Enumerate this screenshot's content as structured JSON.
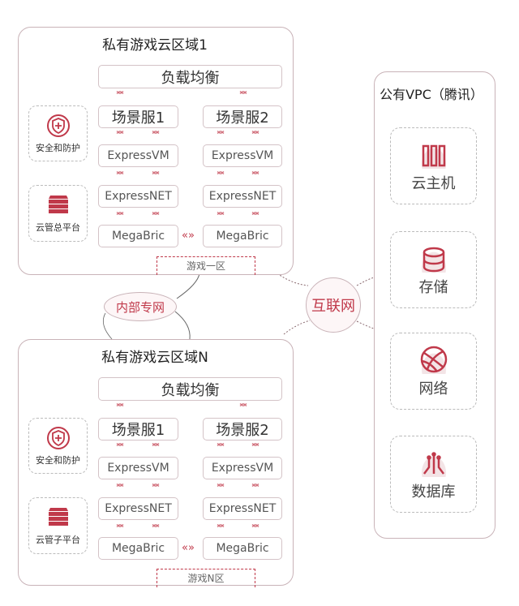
{
  "regions": [
    {
      "title": "私有游戏云区域1",
      "lb": "负载均衡",
      "scene1": "场景服1",
      "scene2": "场景服2",
      "vm": "ExpressVM",
      "net": "ExpressNET",
      "mega": "MegaBric",
      "swap": "«»",
      "security": "安全和防护",
      "mgmt": "云管总平台",
      "zone": "游戏一区"
    },
    {
      "title": "私有游戏云区域N",
      "lb": "负载均衡",
      "scene1": "场景服1",
      "scene2": "场景服2",
      "vm": "ExpressVM",
      "net": "ExpressNET",
      "mega": "MegaBric",
      "swap": "«»",
      "security": "安全和防护",
      "mgmt": "云管子平台",
      "zone": "游戏N区"
    }
  ],
  "internal": "内部专网",
  "internet": "互联网",
  "vpc": {
    "title": "公有VPC（腾讯）",
    "items": [
      {
        "label": "云主机",
        "icon": "server-icon"
      },
      {
        "label": "存储",
        "icon": "database-icon"
      },
      {
        "label": "网络",
        "icon": "globe-icon"
      },
      {
        "label": "数据库",
        "icon": "data-tree-icon"
      }
    ]
  },
  "colors": {
    "accent": "#c0394a"
  }
}
